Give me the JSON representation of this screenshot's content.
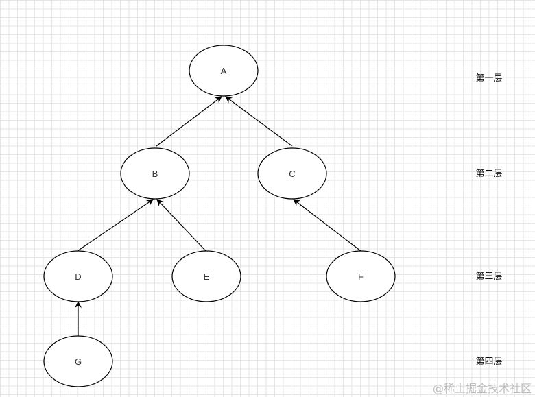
{
  "nodes": {
    "A": "A",
    "B": "B",
    "C": "C",
    "D": "D",
    "E": "E",
    "F": "F",
    "G": "G"
  },
  "edges": [
    {
      "from": "B",
      "to": "A"
    },
    {
      "from": "C",
      "to": "A"
    },
    {
      "from": "D",
      "to": "B"
    },
    {
      "from": "E",
      "to": "B"
    },
    {
      "from": "F",
      "to": "C"
    },
    {
      "from": "G",
      "to": "D"
    }
  ],
  "levels": {
    "level1": "第一层",
    "level2": "第二层",
    "level3": "第三层",
    "level4": "第四层"
  },
  "watermark": "@稀土掘金技术社区"
}
